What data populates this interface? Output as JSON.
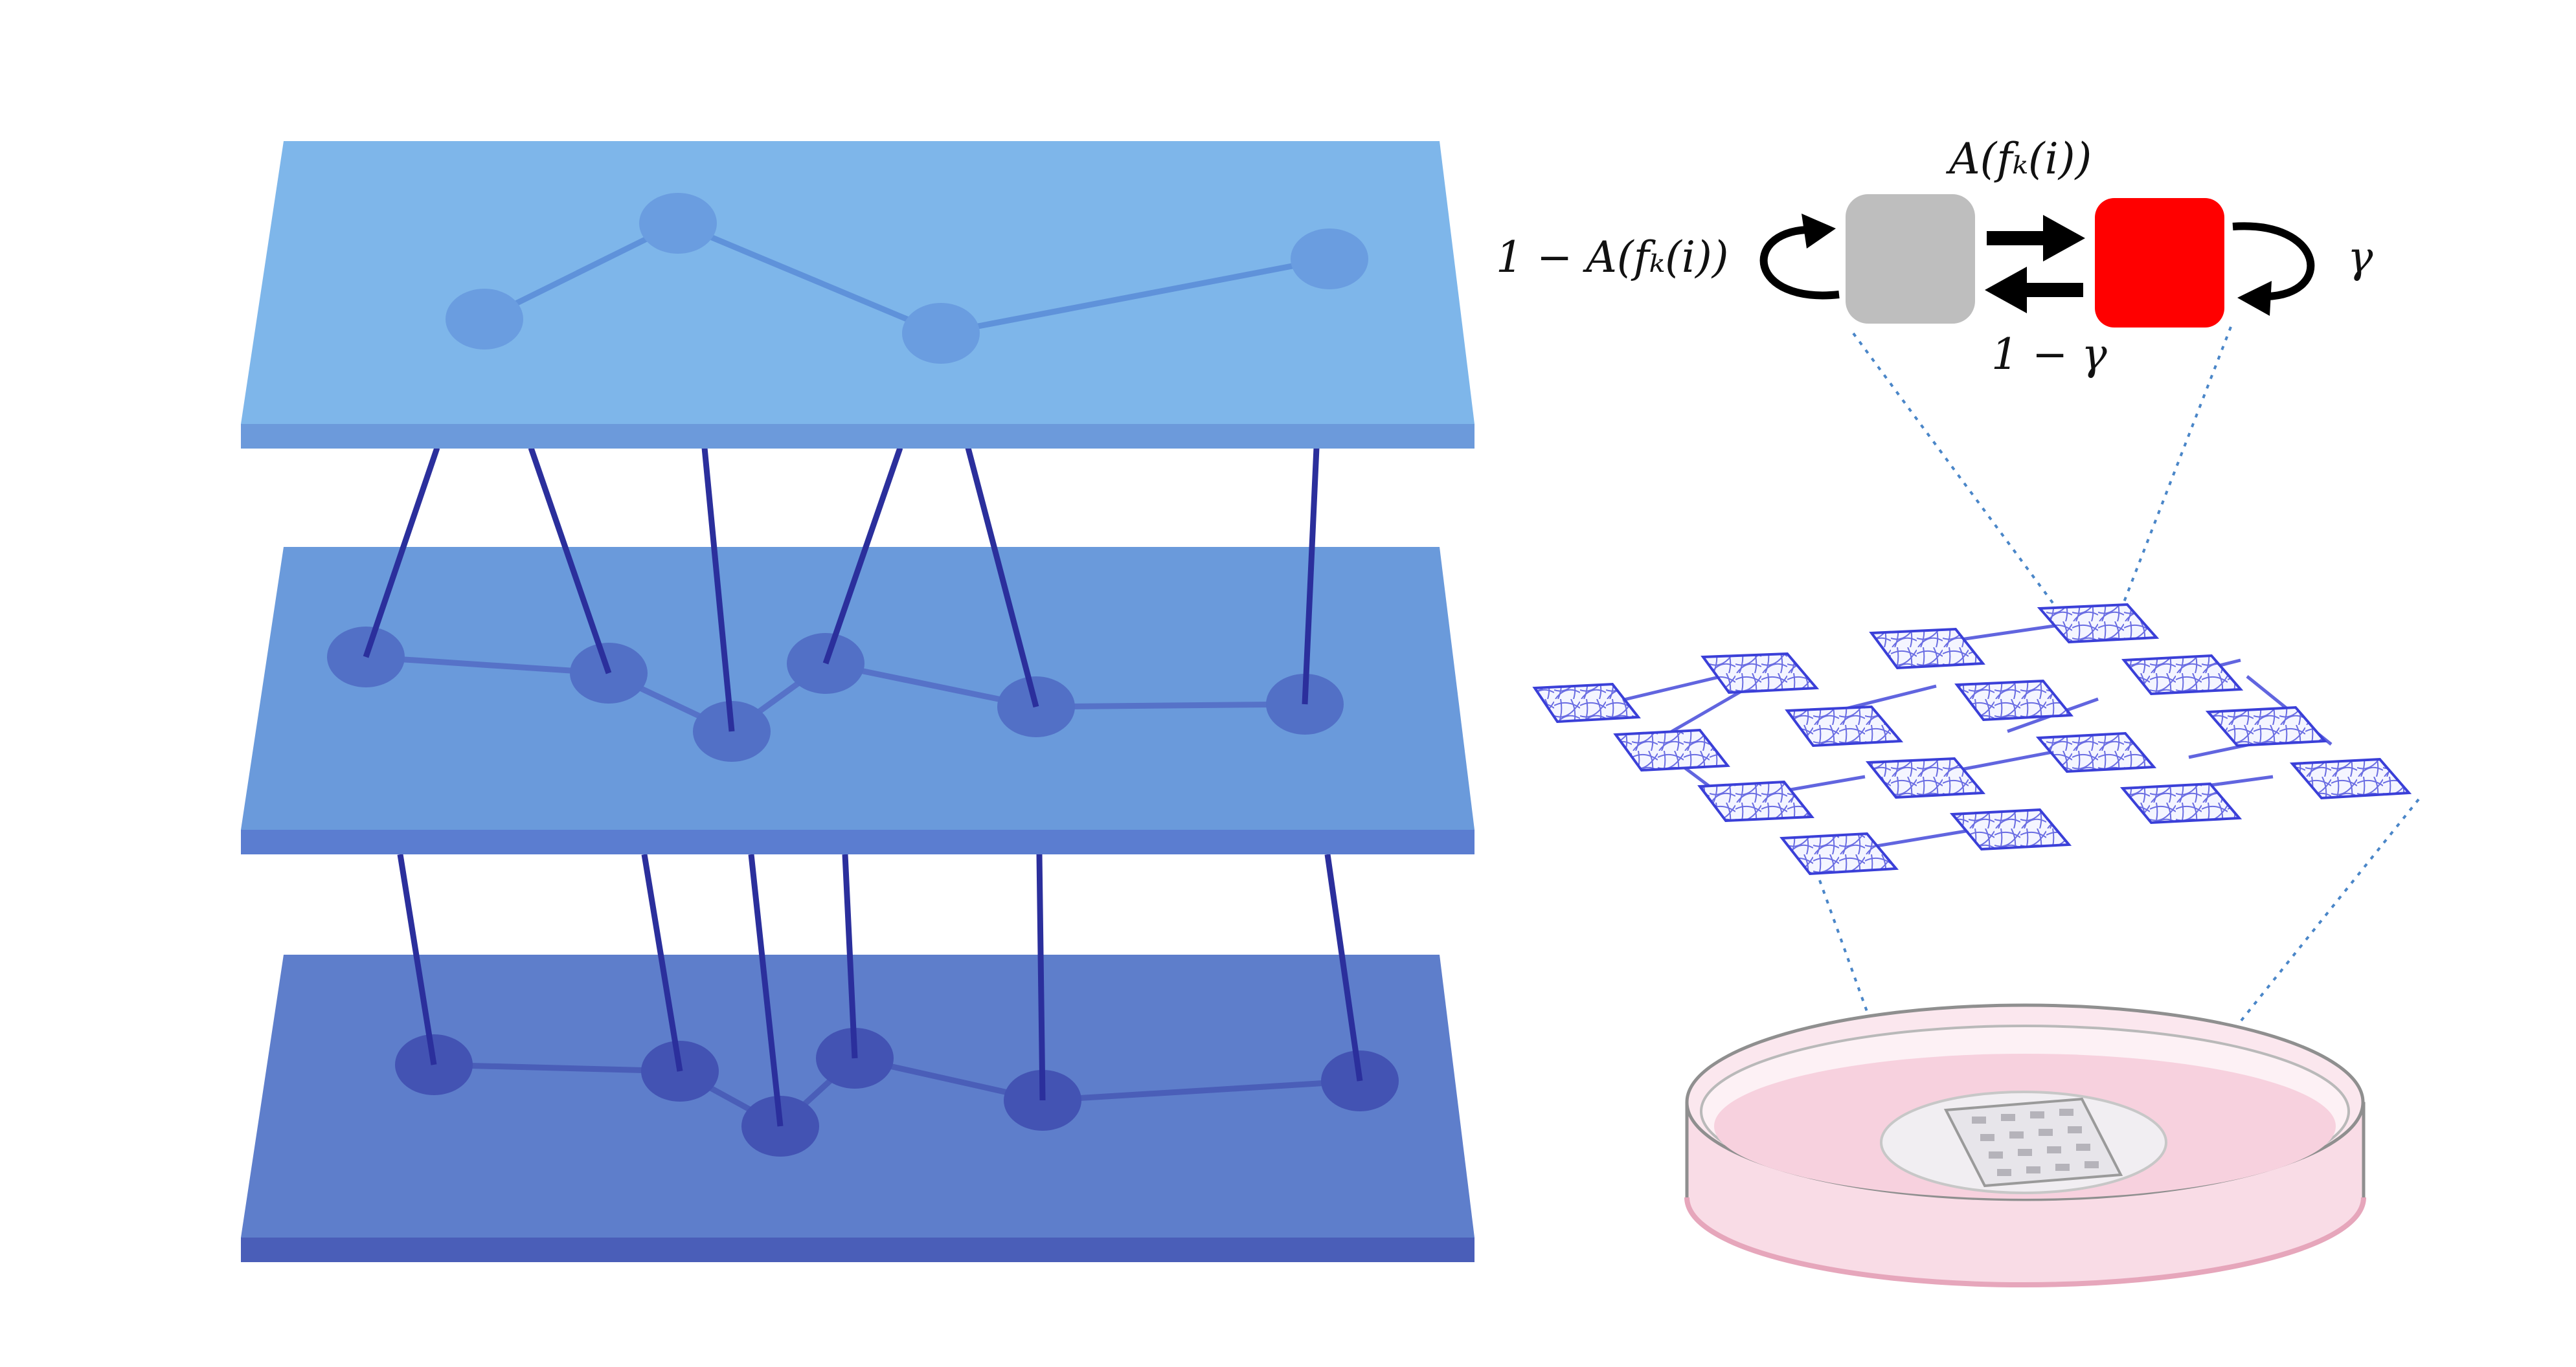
{
  "labels": {
    "activation": "A(fₖ(i))",
    "stay_inactive": "1 − A(fₖ(i))",
    "recovery": "1 − γ",
    "stay_active": "γ"
  },
  "colors": {
    "layer_top": "#7EB6EA",
    "layer_mid": "#6A9ADB",
    "layer_bottom": "#5E7ECB",
    "interlayer_link": "#2B2F9C",
    "state_inactive": "#BEBEBE",
    "state_active": "#FF0000",
    "dish_medium": "#F9DCE6",
    "culture_network": "#3A3FD8"
  },
  "icons": {
    "inactive_state": "gray-square",
    "active_state": "red-square",
    "petri_dish": "petri-dish"
  }
}
